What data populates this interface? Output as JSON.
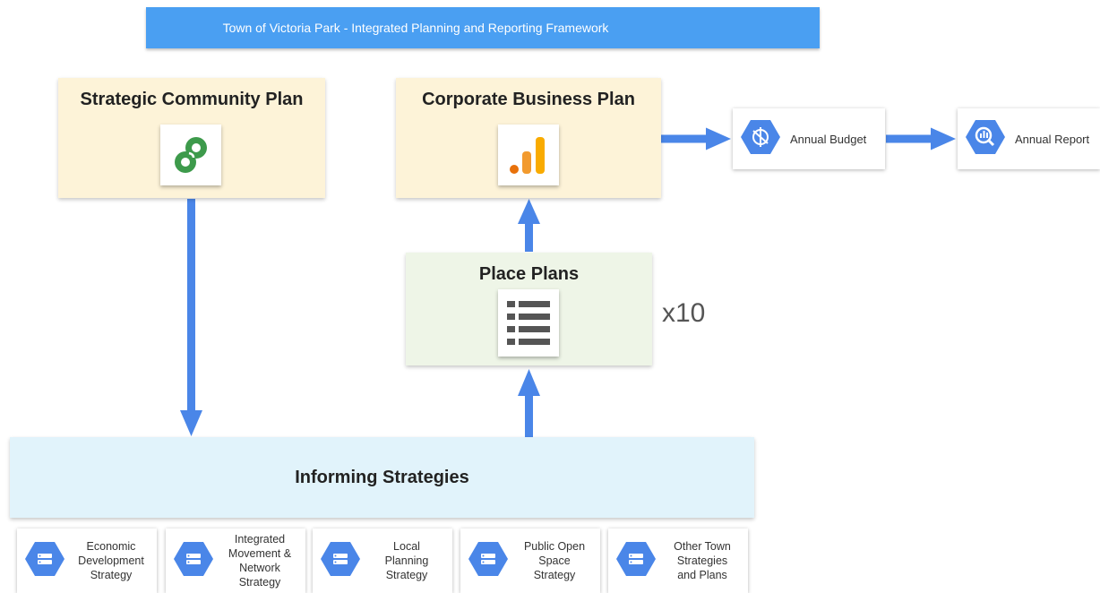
{
  "title": "Town of Victoria Park - Integrated Planning and Reporting Framework",
  "strategic_plan": {
    "label": "Strategic Community Plan",
    "icon": "linked-circles-icon"
  },
  "corporate_plan": {
    "label": "Corporate Business Plan",
    "icon": "bar-chart-icon"
  },
  "place_plans": {
    "label": "Place Plans",
    "icon": "list-icon",
    "multiplier": "x10"
  },
  "annual_budget": {
    "label": "Annual Budget",
    "icon": "hexagon-budget-icon"
  },
  "annual_report": {
    "label": "Annual Report",
    "icon": "hexagon-report-icon"
  },
  "informing": {
    "label": "Informing Strategies"
  },
  "strategies": [
    {
      "lines": [
        "Economic",
        "Development",
        "Strategy"
      ]
    },
    {
      "lines": [
        "Integrated",
        "Movement &",
        "Network",
        "Strategy"
      ]
    },
    {
      "lines": [
        "Local",
        "Planning",
        "Strategy"
      ]
    },
    {
      "lines": [
        "Public Open",
        "Space",
        "Strategy"
      ]
    },
    {
      "lines": [
        "Other Town",
        "Strategies",
        "and Plans"
      ]
    }
  ],
  "colors": {
    "title_bar": "#4a9ff2",
    "arrow": "#4a86e8",
    "hex": "#4a86e8",
    "yellow_panel": "#fdf3d8",
    "green_panel": "#eef5e7",
    "blue_panel": "#e1f3fb",
    "chart_orange": "#f29a2e",
    "chart_dark_orange": "#e8710a",
    "venn_green": "#3d9a4b"
  }
}
